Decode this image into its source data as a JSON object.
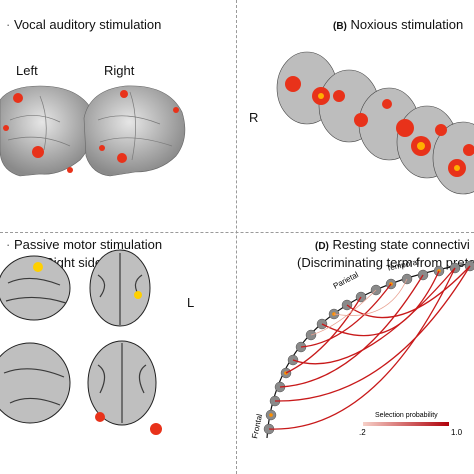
{
  "panels": {
    "a": {
      "title": "Vocal auditory stimulation",
      "left_label": "Left",
      "right_label": "Right"
    },
    "b": {
      "letter": "(B)",
      "title": "Noxious stimulation",
      "side_label": "R"
    },
    "c": {
      "title": "Passive motor stimulation",
      "subtitle": "(Right sided)",
      "side_label": "L"
    },
    "d": {
      "letter": "(D)",
      "title": "Resting state connectivi",
      "subtitle": "(Discriminating term from preterm",
      "arc_labels": [
        "Parietal",
        "Temporal",
        "Frontal"
      ],
      "legend_title": "Selection probability",
      "legend_min": ".2",
      "legend_max": "1.0"
    }
  },
  "colors": {
    "activation": "#e8321a",
    "activation_hot": "#ffb000",
    "brain_gray": "#bdbdbd",
    "connection": "#c8191a"
  }
}
